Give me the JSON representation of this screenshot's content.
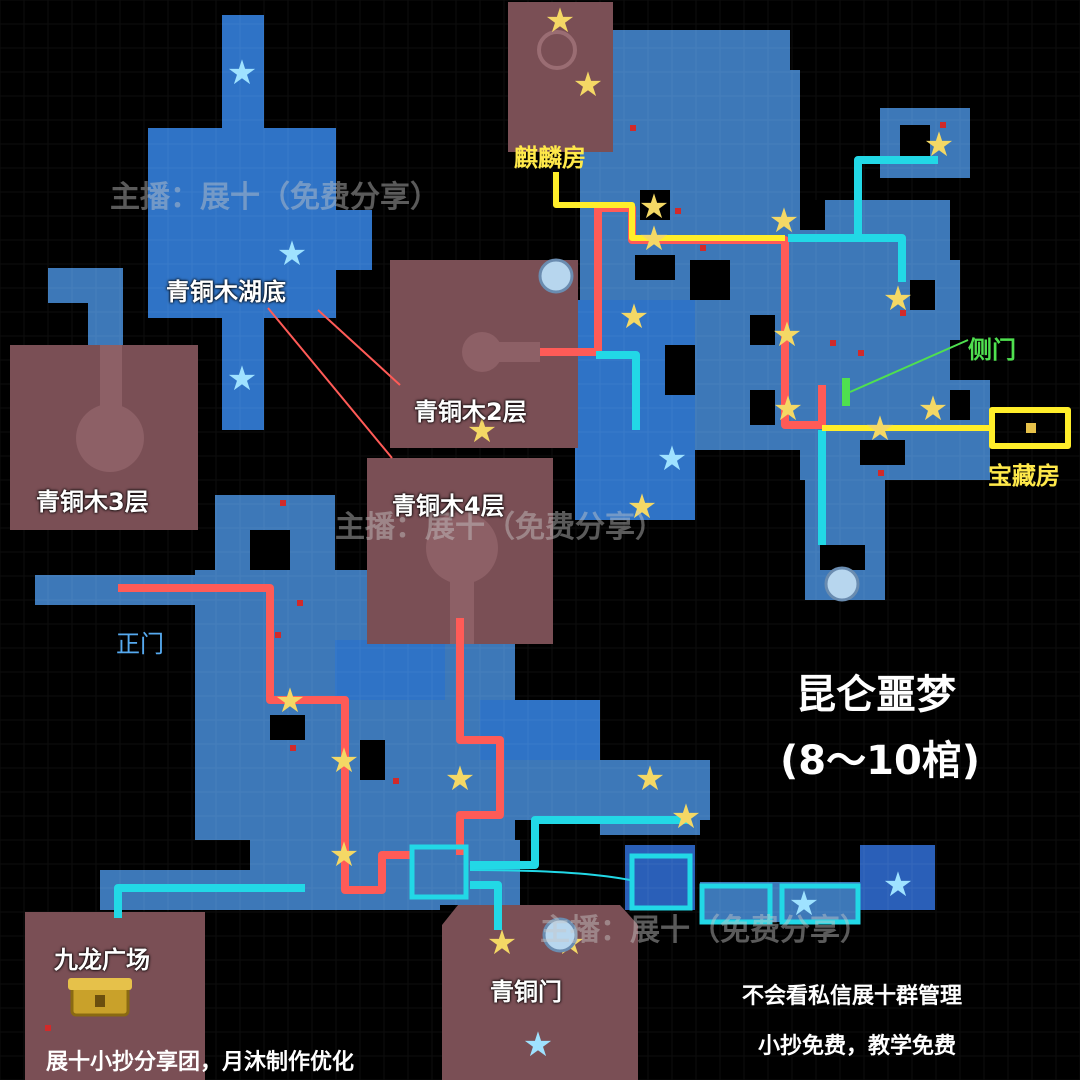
{
  "title": "昆仑噩梦",
  "subtitle": "(8～10棺)",
  "watermark": "主播：展十（免费分享）",
  "labels": {
    "lake_bottom": "青铜木湖底",
    "floor2": "青铜木2层",
    "floor3": "青铜木3层",
    "floor4": "青铜木4层",
    "qilin_room": "麒麟房",
    "side_door": "侧门",
    "treasure_room": "宝藏房",
    "main_gate": "正门",
    "jiulong_plaza": "九龙广场",
    "bronze_gate": "青铜门"
  },
  "credits": {
    "line1": "不会看私信展十群管理",
    "line2": "小抄免费，教学免费",
    "line3": "展十小抄分享团，月沐制作优化"
  },
  "colors": {
    "background": "#000000",
    "blue_floor": "#3d78b8",
    "stone_room": "#7a4f55",
    "route_red": "#ff5b57",
    "route_cyan": "#22d8e6",
    "route_yellow": "#ffee2a",
    "star_yellow": "#f4d865",
    "star_blue": "#9fe2ff"
  },
  "icons": [
    "yellow-star-icon",
    "blue-star-icon",
    "treasure-chest-icon",
    "portal-emblem-icon",
    "trap-marker-icon"
  ]
}
